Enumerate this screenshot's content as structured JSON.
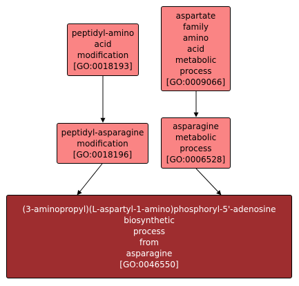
{
  "colors": {
    "node_fill": "#fa8484",
    "target_fill": "#9e2d2f",
    "target_text": "#ffffff",
    "edge": "#000000"
  },
  "nodes": {
    "peptidyl_amino": {
      "name": "peptidyl-amino\nacid\nmodification",
      "id": "[GO:0018193]"
    },
    "aspartate_family": {
      "name": "aspartate\nfamily\namino\nacid\nmetabolic\nprocess",
      "id": "[GO:0009066]"
    },
    "peptidyl_asparagine": {
      "name": "peptidyl-asparagine\nmodification",
      "id": "[GO:0018196]"
    },
    "asparagine_metabolic": {
      "name": "asparagine\nmetabolic\nprocess",
      "id": "[GO:0006528]"
    },
    "target": {
      "name": "(3-aminopropyl)(L-aspartyl-1-amino)phosphoryl-5'-adenosine\nbiosynthetic\nprocess\nfrom\nasparagine",
      "id": "[GO:0046550]"
    }
  },
  "edges": [
    {
      "from": "peptidyl_amino",
      "to": "peptidyl_asparagine"
    },
    {
      "from": "aspartate_family",
      "to": "asparagine_metabolic"
    },
    {
      "from": "peptidyl_asparagine",
      "to": "target"
    },
    {
      "from": "asparagine_metabolic",
      "to": "target"
    }
  ]
}
